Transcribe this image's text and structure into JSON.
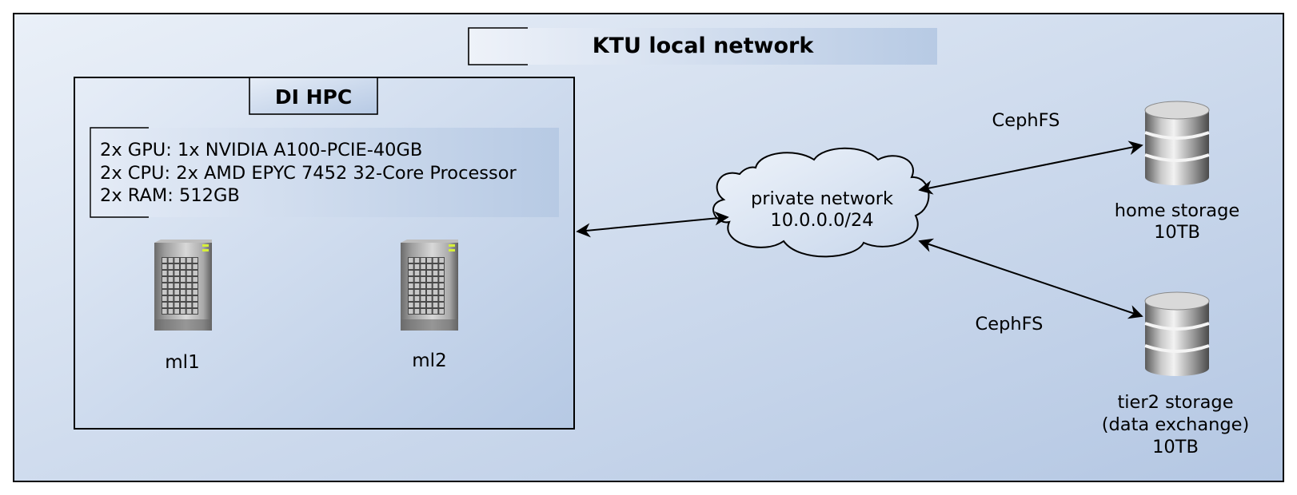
{
  "network": {
    "title": "KTU local network"
  },
  "cluster": {
    "title": "DI HPC",
    "specs": [
      "2x GPU: 1x NVIDIA A100-PCIE-40GB",
      "2x CPU: 2x AMD EPYC 7452 32-Core Processor",
      "2x RAM: 512GB"
    ],
    "nodes": [
      {
        "label": "ml1",
        "icon": "server-tower-icon"
      },
      {
        "label": "ml2",
        "icon": "server-tower-icon"
      }
    ]
  },
  "private_network": {
    "lines": [
      "private network",
      "10.0.0.0/24"
    ],
    "icon": "cloud-icon"
  },
  "storage": [
    {
      "lines": [
        "home storage",
        "10TB"
      ],
      "link_label": "CephFS",
      "icon": "database-icon"
    },
    {
      "lines": [
        "tier2 storage",
        "(data exchange)",
        "10TB"
      ],
      "link_label": "CephFS",
      "icon": "database-icon"
    }
  ],
  "colors": {
    "bg_light": "#eaf0f8",
    "bg_dark": "#b6c9e4",
    "stroke": "#000000"
  }
}
